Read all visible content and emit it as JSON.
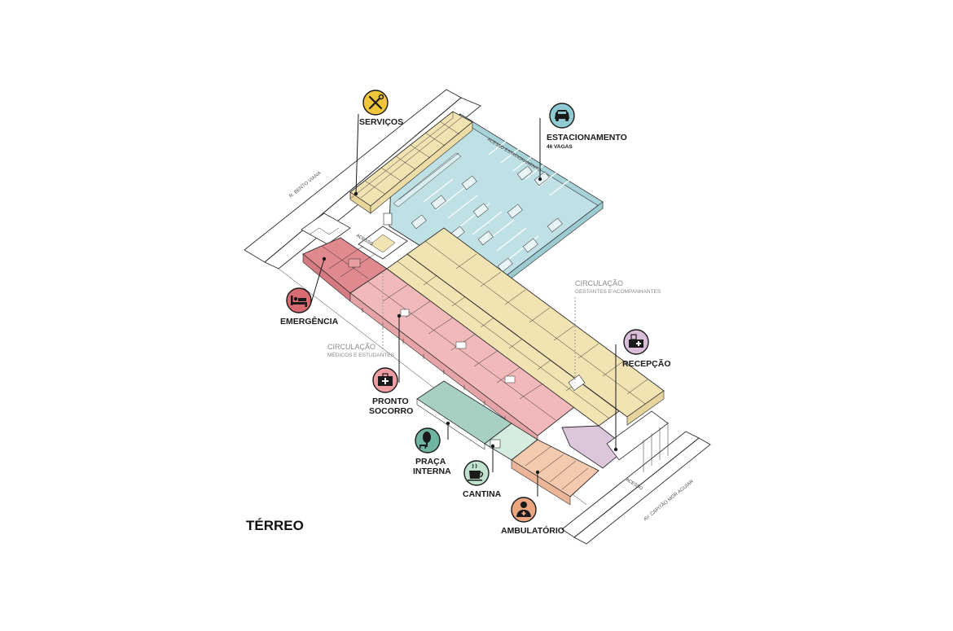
{
  "title": "TÉRREO",
  "zones": {
    "servicos": {
      "label": "SERVIÇOS",
      "icon": "wrench-screwdriver-icon",
      "color": "#f2e3b3"
    },
    "estacionamento": {
      "label": "ESTACIONAMENTO",
      "sublabel": "46 VAGAS",
      "icon": "car-icon",
      "color": "#bfe0e4"
    },
    "emergencia": {
      "label": "EMERGÊNCIA",
      "icon": "bed-patient-icon",
      "color": "#e08a8f"
    },
    "pronto_socorro": {
      "label_line1": "PRONTO",
      "label_line2": "SOCORRO",
      "icon": "first-aid-kit-icon",
      "color": "#f2b9bb"
    },
    "recepcao": {
      "label": "RECEPÇÃO",
      "icon": "reception-desk-icon",
      "color": "#dcc6dc"
    },
    "praca_interna": {
      "label_line1": "PRAÇA",
      "label_line2": "INTERNA",
      "icon": "tree-bench-icon",
      "color": "#a8cfc4"
    },
    "cantina": {
      "label": "CANTINA",
      "icon": "coffee-cup-icon",
      "color": "#d5ecdf"
    },
    "ambulatorio": {
      "label": "AMBULATÓRIO",
      "icon": "doctor-icon",
      "color": "#f5c9ad"
    }
  },
  "circulations": {
    "gestantes": {
      "title": "CIRCULAÇÃO",
      "subtitle": "GESTANTES E ACOMPANHANTES"
    },
    "medicos": {
      "title": "CIRCULAÇÃO",
      "subtitle": "MÉDICOS E ESTUDANTES"
    }
  },
  "streets": {
    "bento_viana": "R. BENTO VIANA",
    "capitao_agrian": "AV. CAPITÃO MOR AGUIAR"
  },
  "annotations": {
    "acesso_estacionamento": "ACESSO ESTACIONAMENTO",
    "acesso_servicos": "ACESSO",
    "acesso_principal": "ACESSO"
  },
  "colors": {
    "icon_ring": "#1a1a1a",
    "servicos_icon_bg": "#f0c53a",
    "estacionamento_icon_bg": "#8fc9d1",
    "emergencia_icon_bg": "#d96b72",
    "pronto_socorro_icon_bg": "#ee9ea3",
    "recepcao_icon_bg": "#d8bcd8",
    "praca_icon_bg": "#6fb3a1",
    "cantina_icon_bg": "#bfe3cf",
    "ambulatorio_icon_bg": "#eba57f"
  }
}
